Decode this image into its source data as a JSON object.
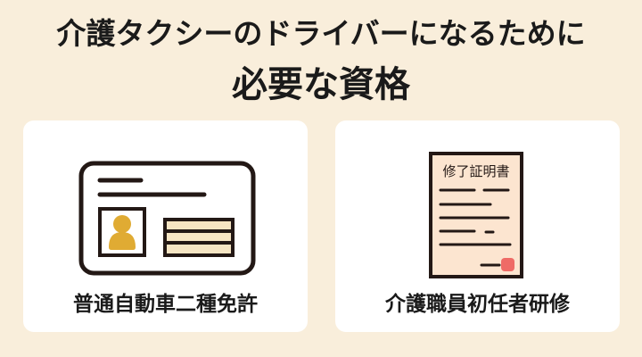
{
  "title": {
    "line1": "介護タクシーのドライバーになるために",
    "line2": "必要な資格"
  },
  "cards": [
    {
      "label": "普通自動車二種免許",
      "icon": "drivers-license-icon",
      "colors": {
        "outline": "#231815",
        "person": "#e0ab33",
        "stripes": "#f6e5c3"
      }
    },
    {
      "label": "介護職員初任者研修",
      "icon": "certificate-icon",
      "doc_heading": "修了証明書",
      "colors": {
        "outline": "#231815",
        "paper": "#fce5d0",
        "seal": "#ef6b66"
      }
    }
  ],
  "colors": {
    "background": "#f9eedb",
    "card": "#ffffff",
    "text": "#1a1a1a"
  }
}
